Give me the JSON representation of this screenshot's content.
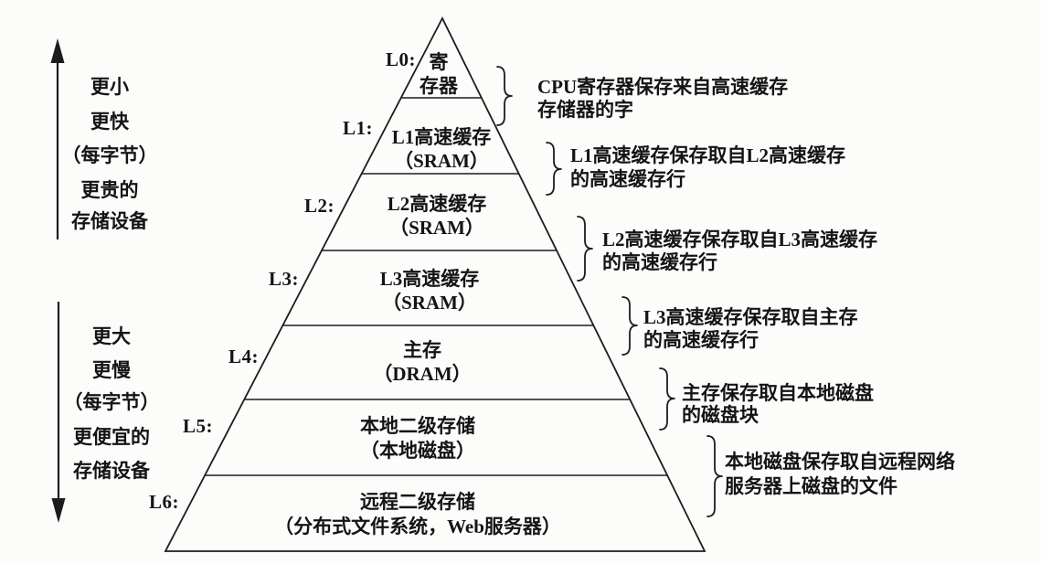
{
  "figure": {
    "description": "memory-hierarchy-pyramid"
  },
  "left_axis": {
    "top": {
      "arrow": "up-arrow",
      "lines": [
        "更小",
        "更快",
        "（每字节）",
        "更贵的",
        "存储设备"
      ]
    },
    "bottom": {
      "arrow": "down-arrow",
      "lines": [
        "更大",
        "更慢",
        "（每字节）",
        "更便宜的",
        "存储设备"
      ]
    }
  },
  "pyramid": {
    "layers": [
      {
        "label": "L0:",
        "line1": "寄",
        "line2": "存器"
      },
      {
        "label": "L1:",
        "line1": "L1高速缓存",
        "line2": "（SRAM）"
      },
      {
        "label": "L2:",
        "line1": "L2高速缓存",
        "line2": "（SRAM）"
      },
      {
        "label": "L3:",
        "line1": "L3高速缓存",
        "line2": "（SRAM）"
      },
      {
        "label": "L4:",
        "line1": "主存",
        "line2": "（DRAM）"
      },
      {
        "label": "L5:",
        "line1": "本地二级存储",
        "line2": "（本地磁盘）"
      },
      {
        "label": "L6:",
        "line1": "远程二级存储",
        "line2": "（分布式文件系统，Web服务器）"
      }
    ]
  },
  "annotations": [
    {
      "line1": "CPU寄存器保存来自高速缓存",
      "line2": "存储器的字"
    },
    {
      "line1": "L1高速缓存保存取自L2高速缓存",
      "line2": "的高速缓存行"
    },
    {
      "line1": "L2高速缓存保存取自L3高速缓存",
      "line2": "的高速缓存行"
    },
    {
      "line1": "L3高速缓存保存取自主存",
      "line2": "的高速缓存行"
    },
    {
      "line1": "主存保存取自本地磁盘",
      "line2": "的磁盘块"
    },
    {
      "line1": "本地磁盘保存取自远程网络",
      "line2": "服务器上磁盘的文件"
    }
  ],
  "colors": {
    "ink": "#1c1c1c",
    "paper": "#fcfcfa"
  }
}
